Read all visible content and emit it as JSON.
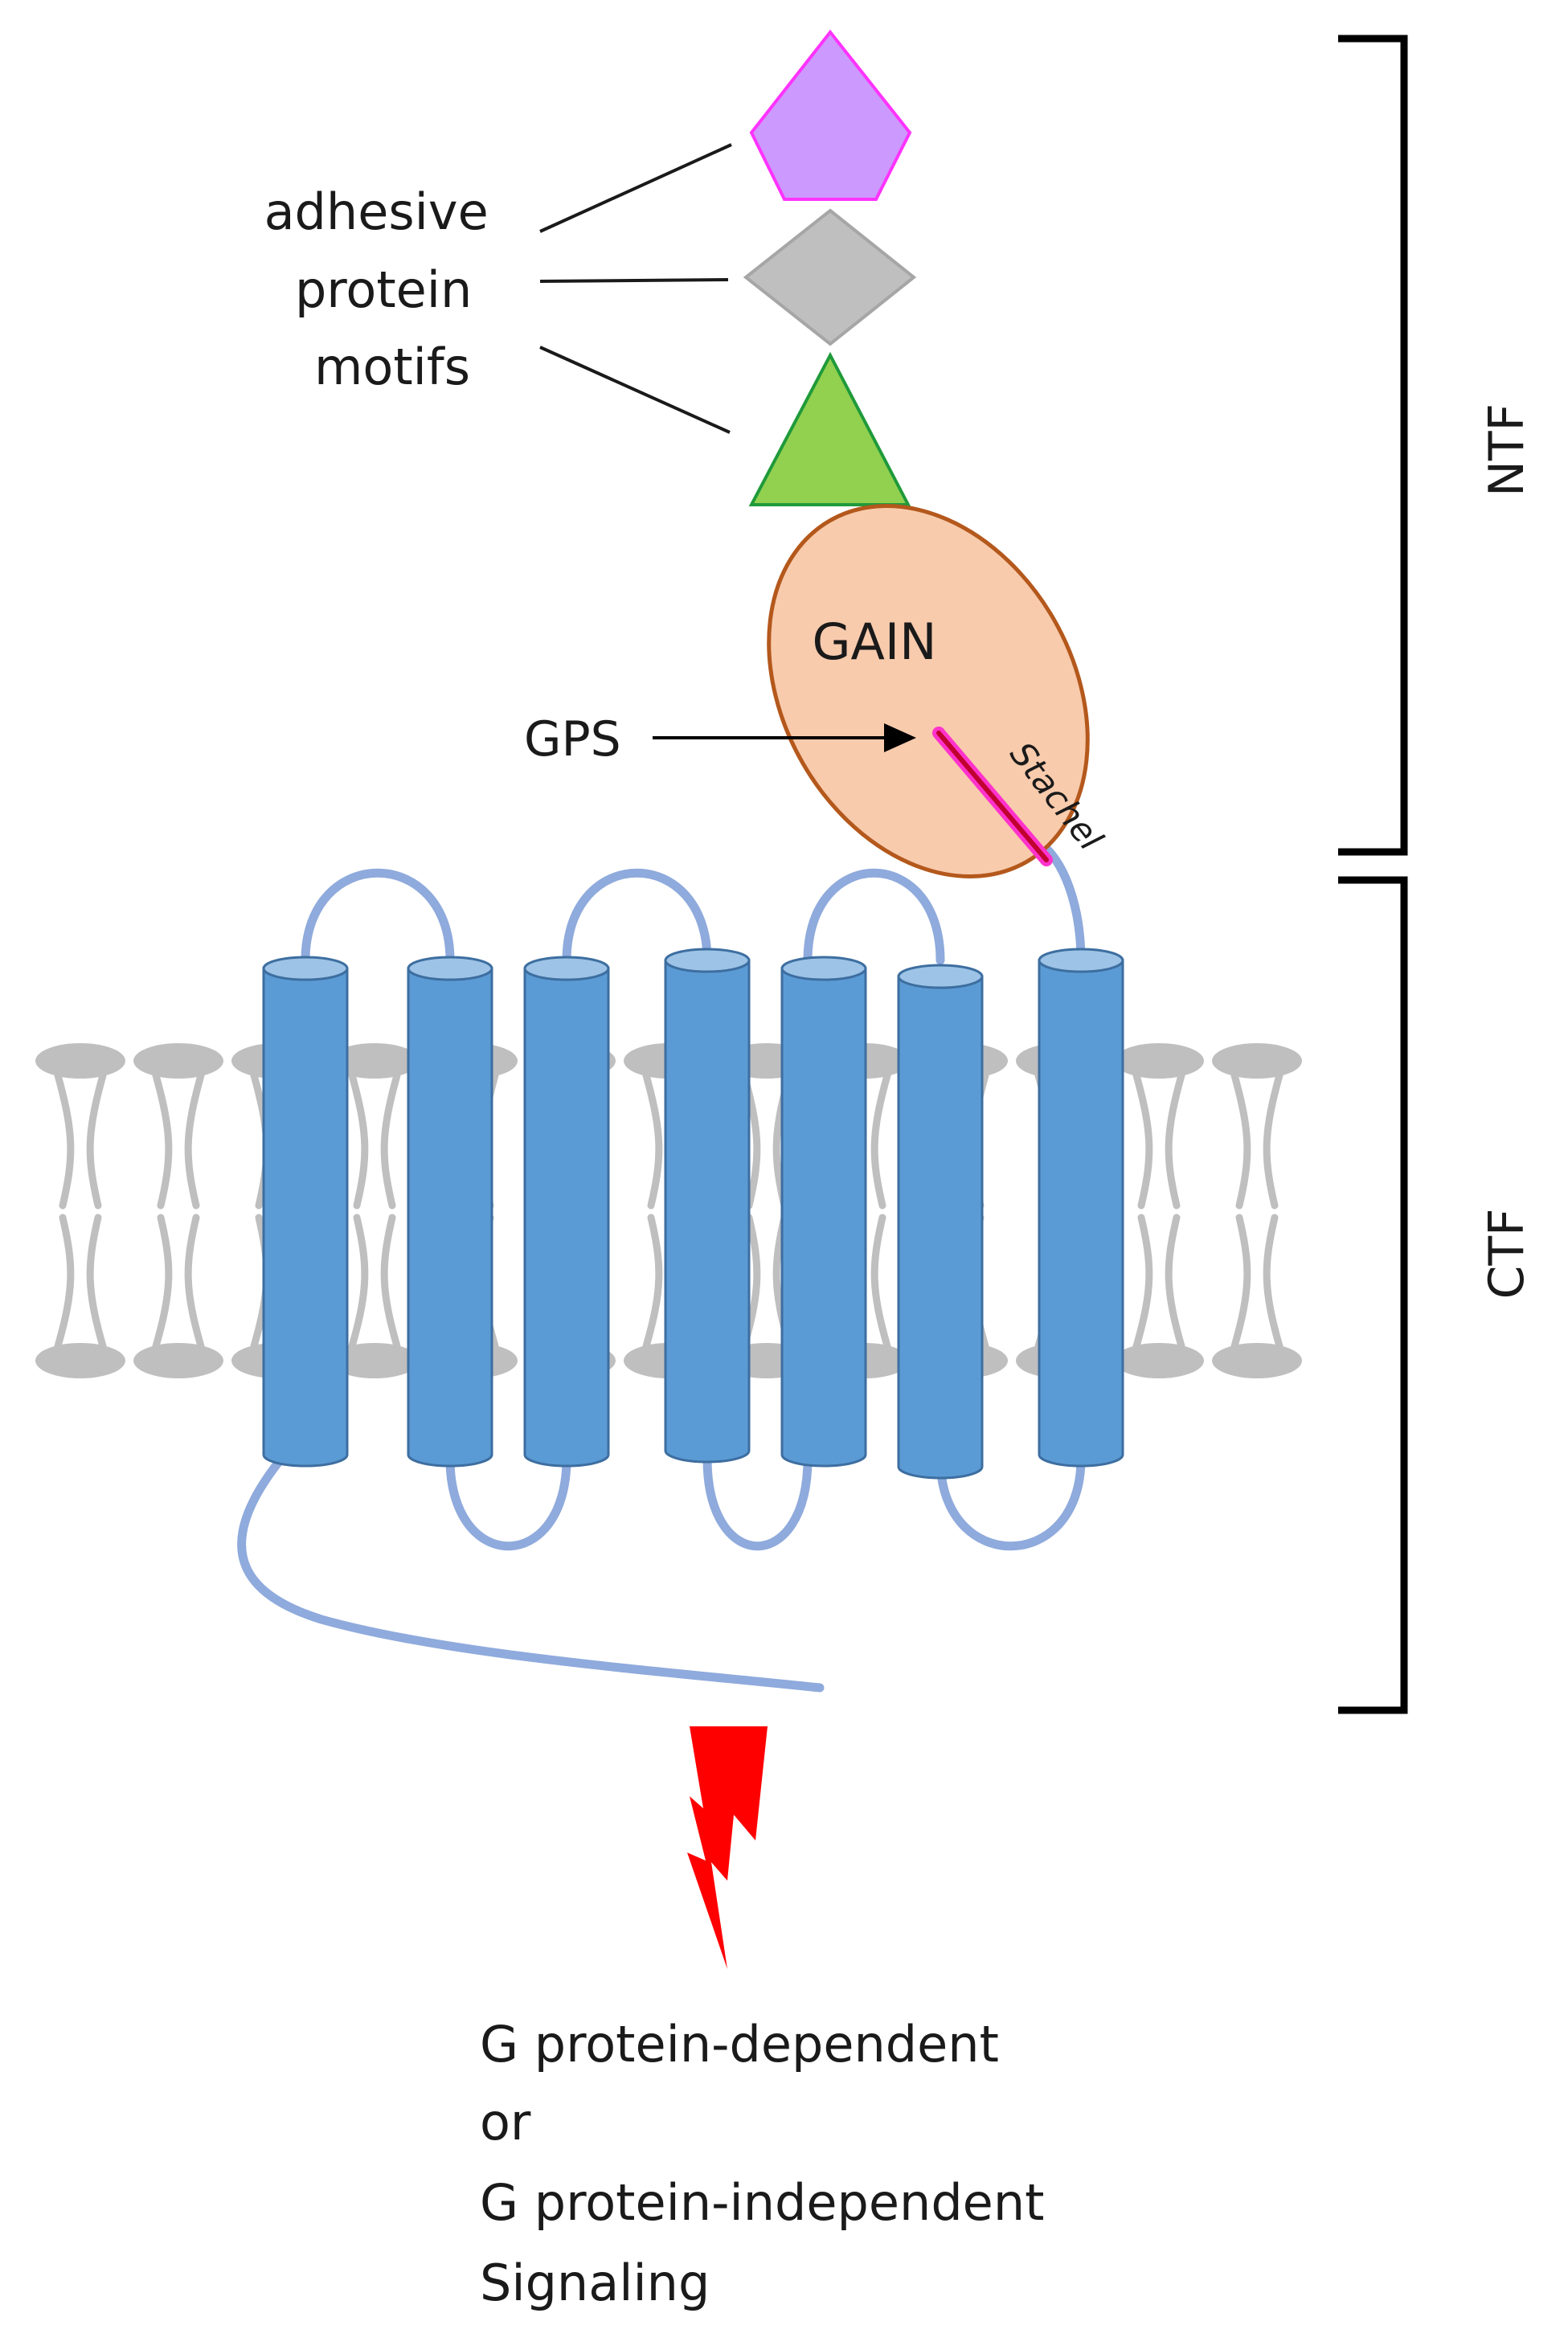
{
  "labels": {
    "adhesive_lines": [
      "adhesive",
      "protein",
      "motifs"
    ],
    "gain": "GAIN",
    "gps": "GPS",
    "stachel": "Stachel",
    "ntf": "NTF",
    "ctf": "CTF",
    "signaling_lines": [
      "G protein-dependent",
      "or",
      "G protein-independent",
      "Signaling"
    ]
  },
  "colors": {
    "pentagon_fill": "#cc99ff",
    "pentagon_stroke": "#ff33ff",
    "diamond_fill": "#bfbfbf",
    "diamond_stroke": "#a6a6a6",
    "triangle_fill": "#92d050",
    "triangle_stroke": "#1f9a3a",
    "gain_fill": "#f8cbad",
    "gain_stroke": "#b4581c",
    "stachel_outer": "#ff33cc",
    "stachel_inner": "#c00030",
    "helix_fill": "#5b9bd5",
    "helix_top": "#9dc3e6",
    "helix_stroke": "#3d6ea0",
    "loop": "#8faadc",
    "lipid": "#bfbfbf",
    "bolt": "#ff0000",
    "bracket": "#000000"
  },
  "icons": {
    "signal": "lightning-bolt-icon",
    "gps_pointer": "arrow-right-icon"
  }
}
